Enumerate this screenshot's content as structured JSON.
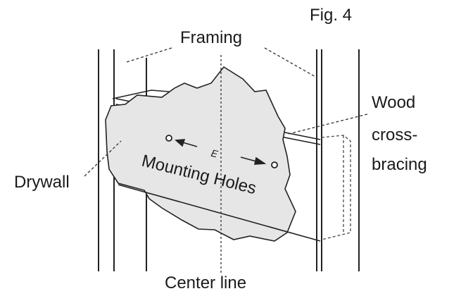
{
  "figure": {
    "number_label": "Fig. 4",
    "labels": {
      "framing": "Framing",
      "wood_line1": "Wood",
      "wood_line2": "cross-",
      "wood_line3": "bracing",
      "drywall": "Drywall",
      "center_line": "Center line",
      "mounting_holes": "Mounting Holes",
      "center_mark": "E"
    },
    "colors": {
      "line": "#1a1a1a",
      "drywall_fill": "#e6e6e6",
      "background": "#ffffff"
    }
  }
}
